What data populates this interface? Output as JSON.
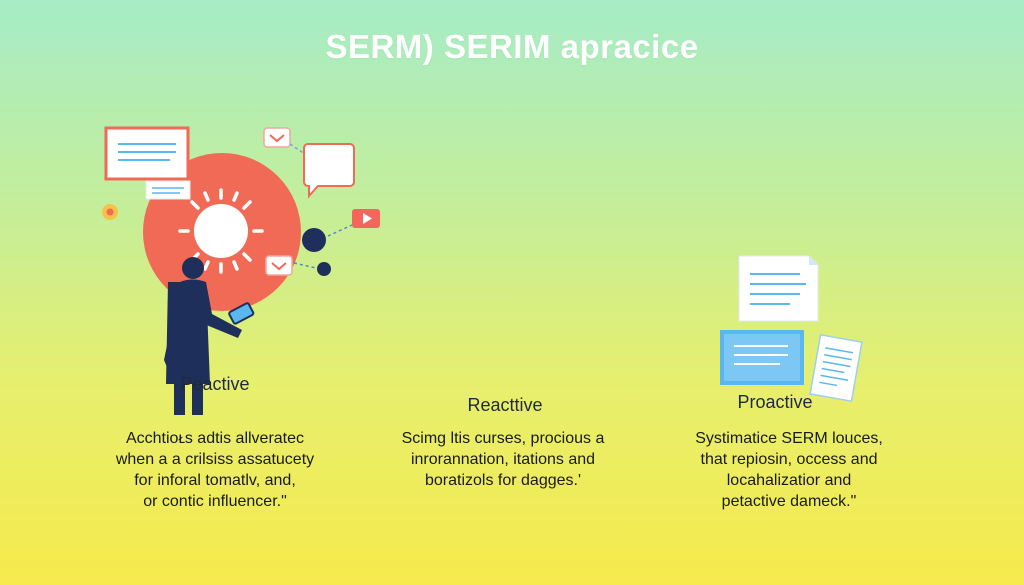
{
  "title": "SERM) SERIM apracice",
  "columns": [
    {
      "label": "Peactive",
      "lines": [
        "Acchtioᴌs  adtis allveratec",
        "when a a crilsiss assatucety",
        "for inforal tomatlv, and,",
        "or contic influencer.\""
      ]
    },
    {
      "label": "Reacttive",
      "lines": [
        "Scimg ltis curses, procious a",
        "inrorannation, itations and",
        "boratizols for dagges.'"
      ]
    },
    {
      "label": "Proactive",
      "lines": [
        "Systimatice SERM louces,",
        "that repiosin, occess and",
        "locahalizatior and",
        "petactive dameck.\""
      ]
    }
  ],
  "colors": {
    "accent": "#f06a55",
    "navy": "#1f2f5c",
    "doc_blue": "#5bb7ef",
    "bubble_red": "#f2665b"
  }
}
